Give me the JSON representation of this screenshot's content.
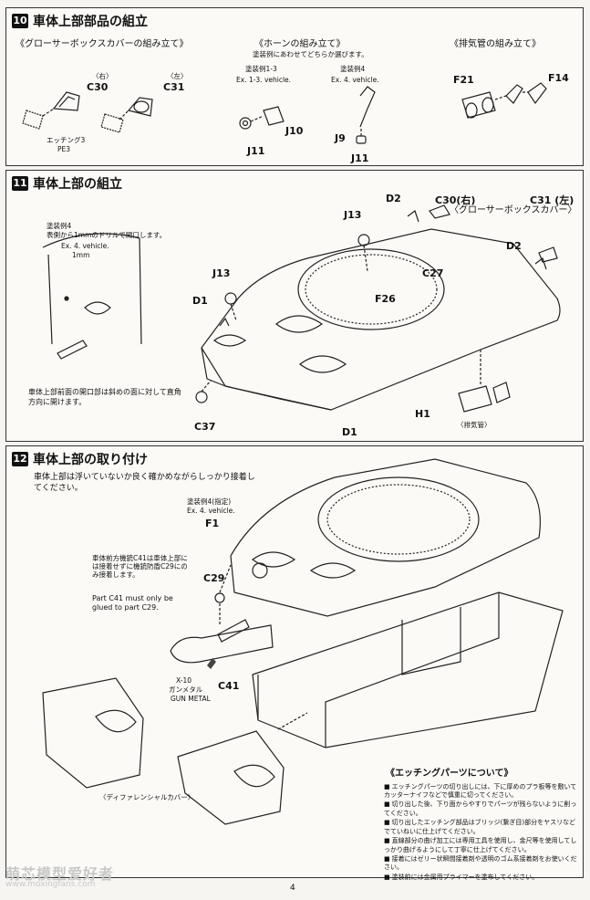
{
  "step10": {
    "number": "10",
    "title": "車体上部部品の組立",
    "grouser": {
      "subtitle": "《グローサーボックスカバーの組み立て》",
      "right_label": "〈右〉",
      "left_label": "〈左〉",
      "right_part": "C30",
      "left_part": "C31",
      "etch_label": "エッチング3",
      "etch_code": "PE3"
    },
    "horn": {
      "subtitle": "《ホーンの組み立て》",
      "note": "塗装例にあわせてどちらか選びます。",
      "variant_a": "塗装例1-3",
      "variant_a_en": "Ex. 1-3. vehicle.",
      "variant_b": "塗装例4",
      "variant_b_en": "Ex. 4. vehicle.",
      "parts": [
        "J10",
        "J11",
        "J9",
        "J11"
      ]
    },
    "exhaust": {
      "subtitle": "《排気管の組み立て》",
      "parts": [
        "F21",
        "F14"
      ]
    }
  },
  "step11": {
    "number": "11",
    "title": "車体上部の組立",
    "grouser_caption": "〈グローサーボックスカバー〉",
    "drill_note_1": "塗装例4",
    "drill_note_2": "表側から1mmのドリルで開口します。",
    "drill_note_en": "Ex. 4. vehicle.",
    "drill_size": "1mm",
    "caution": "車体上部前面の開口部は斜めの面に対して直角方向に開けます。",
    "exhaust_caption": "〈排気管〉",
    "parts": [
      "D2",
      "C30(右)",
      "C31 (左)",
      "J13",
      "D2",
      "C27",
      "J13",
      "D1",
      "F26",
      "H1",
      "C37",
      "D1"
    ]
  },
  "step12": {
    "number": "12",
    "title": "車体上部の取り付け",
    "instruction": "車体上部は浮いていないか良く確かめながらしっかり接着してください。",
    "paint_note": "塗装例4(指定)",
    "paint_note_en": "Ex. 4. vehicle.",
    "part_f1": "F1",
    "warning_jp": "車体前方機銃C41は車体上部には接着せずに機銃防盾C29にのみ接着します。",
    "part_c29": "C29",
    "warning_en": "Part C41 must only be glued to part C29.",
    "part_c41": "C41",
    "gun_label": "X-10",
    "gun_label_jp": "ガンメタル",
    "gun_label_en": "GUN METAL",
    "diff_caption": "〈ディファレンシャルカバー〉"
  },
  "etching": {
    "title": "《エッチングパーツについて》",
    "items": [
      "エッチングパーツの切り出しには、下に厚めのプラ板等を敷いてカッターナイフなどで慎重に切ってください。",
      "切り出した後、下り面からやすりでパーツが残らないように削ってください。",
      "切り出したエッチング部品はブリッジ(繋ぎ目)部分をヤスリなどでていねいに仕上げてください。",
      "直線部分の曲げ加工には専用工具を使用し、金尺等を使用してしっかり曲げるようにして丁寧に仕上げてください。",
      "接着にはゼリー状瞬間接着剤や透明のゴム系接着剤をお使いください。",
      "塗装前には金属用プライマーを塗布してください。"
    ]
  },
  "watermark": "萌芯模型爱好者",
  "watermark_url": "www.moxingfans.com",
  "page_number": "4"
}
